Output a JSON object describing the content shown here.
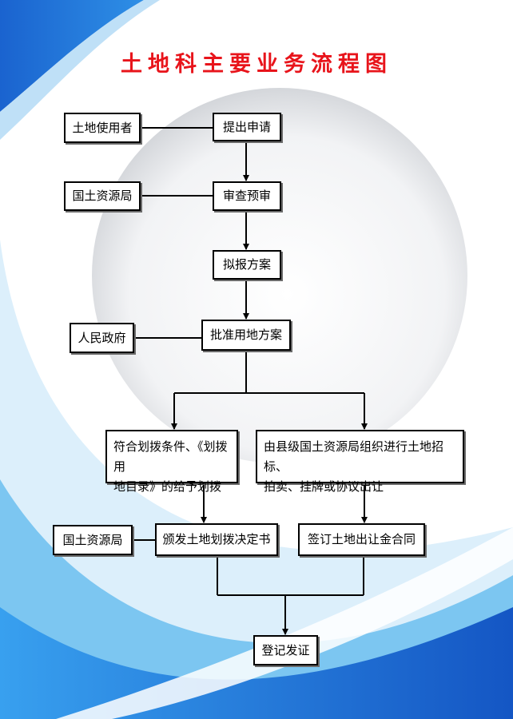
{
  "title": "土地科主要业务流程图",
  "colors": {
    "title": "#e8141b",
    "accent_blue": "#1c6fd6",
    "line": "#000000"
  },
  "nodes": {
    "land_user": "土地使用者",
    "submit_application": "提出申请",
    "land_bureau_1": "国土资源局",
    "review_preapproval": "审查预审",
    "draft_plan": "拟报方案",
    "people_government": "人民政府",
    "approve_land_plan": "批准用地方案",
    "allocation_condition": [
      "符合划拨条件、《划拨用",
      "地目录》的给予划拨"
    ],
    "county_bureau_auction": [
      "由县级国土资源局组织进行土地招标、",
      "拍卖、挂牌或协议出让"
    ],
    "land_bureau_2": "国土资源局",
    "issue_allocation_decision": "颁发土地划拨决定书",
    "sign_transfer_contract": "签订土地出让金合同",
    "registration_certificate": "登记发证"
  }
}
